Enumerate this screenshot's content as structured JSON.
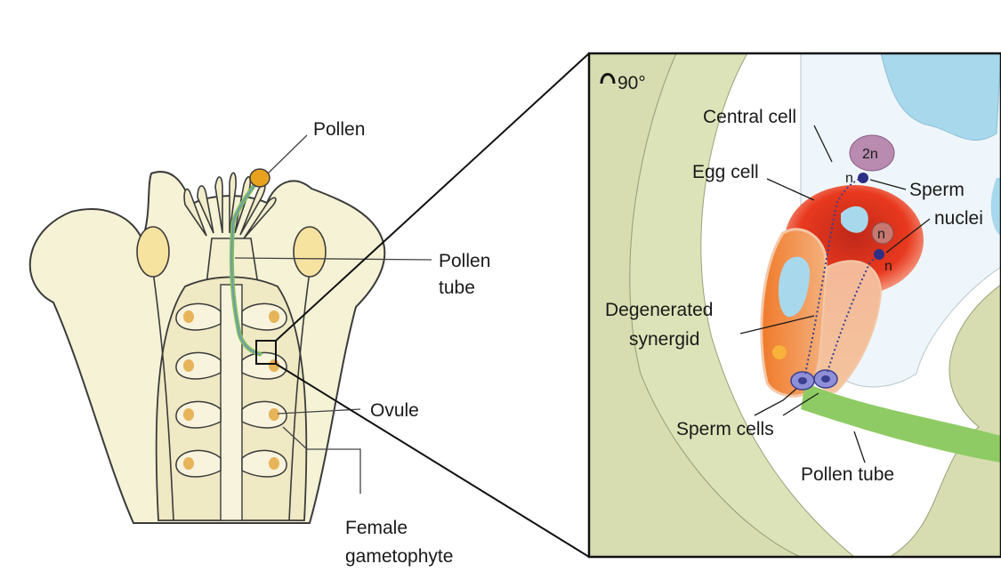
{
  "left_panel": {
    "labels": {
      "pollen": "Pollen",
      "pollen_tube_line1": "Pollen",
      "pollen_tube_line2": "tube",
      "ovule": "Ovule",
      "female_line1": "Female",
      "female_line2": "gametophyte"
    }
  },
  "right_panel": {
    "rotation": "90°",
    "labels": {
      "central_cell": "Central cell",
      "egg_cell": "Egg cell",
      "sperm_nuclei_line1": "Sperm",
      "sperm_nuclei_line2": "nuclei",
      "degenerated_line1": "Degenerated",
      "degenerated_line2": "synergid",
      "sperm_cells": "Sperm cells",
      "pollen_tube": "Pollen tube"
    },
    "nuclei": {
      "central": "2n",
      "egg": "n",
      "sperm_upper": "n",
      "sperm_lower": "n"
    }
  },
  "colors": {
    "flower_fill": "#f6f2d6",
    "anther": "#f7e3a0",
    "ovule_dot": "#e8b45a",
    "pollen": "#e8a21d",
    "tube_green": "#7fbf5a",
    "tissue_green": "#d7ddb0",
    "egg_red": "#e8391e",
    "synergid_orange": "#f07a2a",
    "vacuole_blue": "#c6e7f3",
    "sperm_blue": "#3a3f8f"
  }
}
